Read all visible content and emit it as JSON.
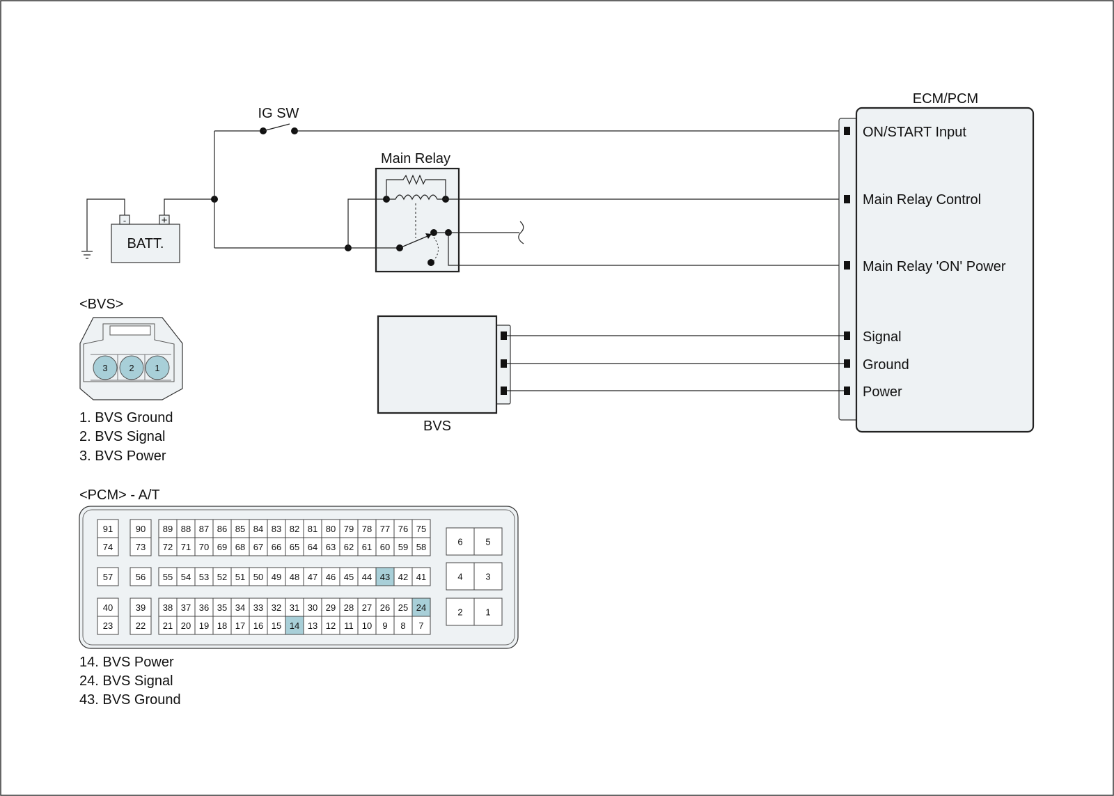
{
  "colors": {
    "panel_fill": "#eef2f4",
    "pin_highlight": "#a8cfd8",
    "wire": "#222222"
  },
  "labels": {
    "ig_sw": "IG SW",
    "main_relay": "Main Relay",
    "batt": "BATT.",
    "batt_neg": "-",
    "batt_pos": "+",
    "ecm_title": "ECM/PCM",
    "ecm_pins": [
      "ON/START Input",
      "Main Relay Control",
      "Main Relay 'ON' Power",
      "Signal",
      "Ground",
      "Power"
    ],
    "bvs_box": "BVS",
    "bvs_connector_title": "<BVS>",
    "bvs_pins": [
      "3",
      "2",
      "1"
    ],
    "bvs_legend": [
      "1. BVS Ground",
      "2. BVS Signal",
      "3. BVS Power"
    ],
    "pcm_title": "<PCM> - A/T",
    "pcm_legend": [
      "14. BVS Power",
      "24. BVS Signal",
      "43. BVS Ground"
    ]
  },
  "pcm_connector": {
    "left_pairs": [
      [
        "91",
        "74"
      ],
      [
        "90",
        "73"
      ]
    ],
    "main_top": [
      "89",
      "88",
      "87",
      "86",
      "85",
      "84",
      "83",
      "82",
      "81",
      "80",
      "79",
      "78",
      "77",
      "76",
      "75"
    ],
    "main_bottom": [
      "72",
      "71",
      "70",
      "69",
      "68",
      "67",
      "66",
      "65",
      "64",
      "63",
      "62",
      "61",
      "60",
      "59",
      "58"
    ],
    "mid_left": [
      "57",
      "56"
    ],
    "mid_row": [
      "55",
      "54",
      "53",
      "52",
      "51",
      "50",
      "49",
      "48",
      "47",
      "46",
      "45",
      "44",
      "43",
      "42",
      "41"
    ],
    "low_left_pairs": [
      [
        "40",
        "23"
      ],
      [
        "39",
        "22"
      ]
    ],
    "low_top": [
      "38",
      "37",
      "36",
      "35",
      "34",
      "33",
      "32",
      "31",
      "30",
      "29",
      "28",
      "27",
      "26",
      "25",
      "24"
    ],
    "low_bottom": [
      "21",
      "20",
      "19",
      "18",
      "17",
      "16",
      "15",
      "14",
      "13",
      "12",
      "11",
      "10",
      "9",
      "8",
      "7"
    ],
    "power_pins": [
      [
        "6",
        "5"
      ],
      [
        "4",
        "3"
      ],
      [
        "2",
        "1"
      ]
    ],
    "highlighted": [
      "43",
      "24",
      "14"
    ]
  }
}
